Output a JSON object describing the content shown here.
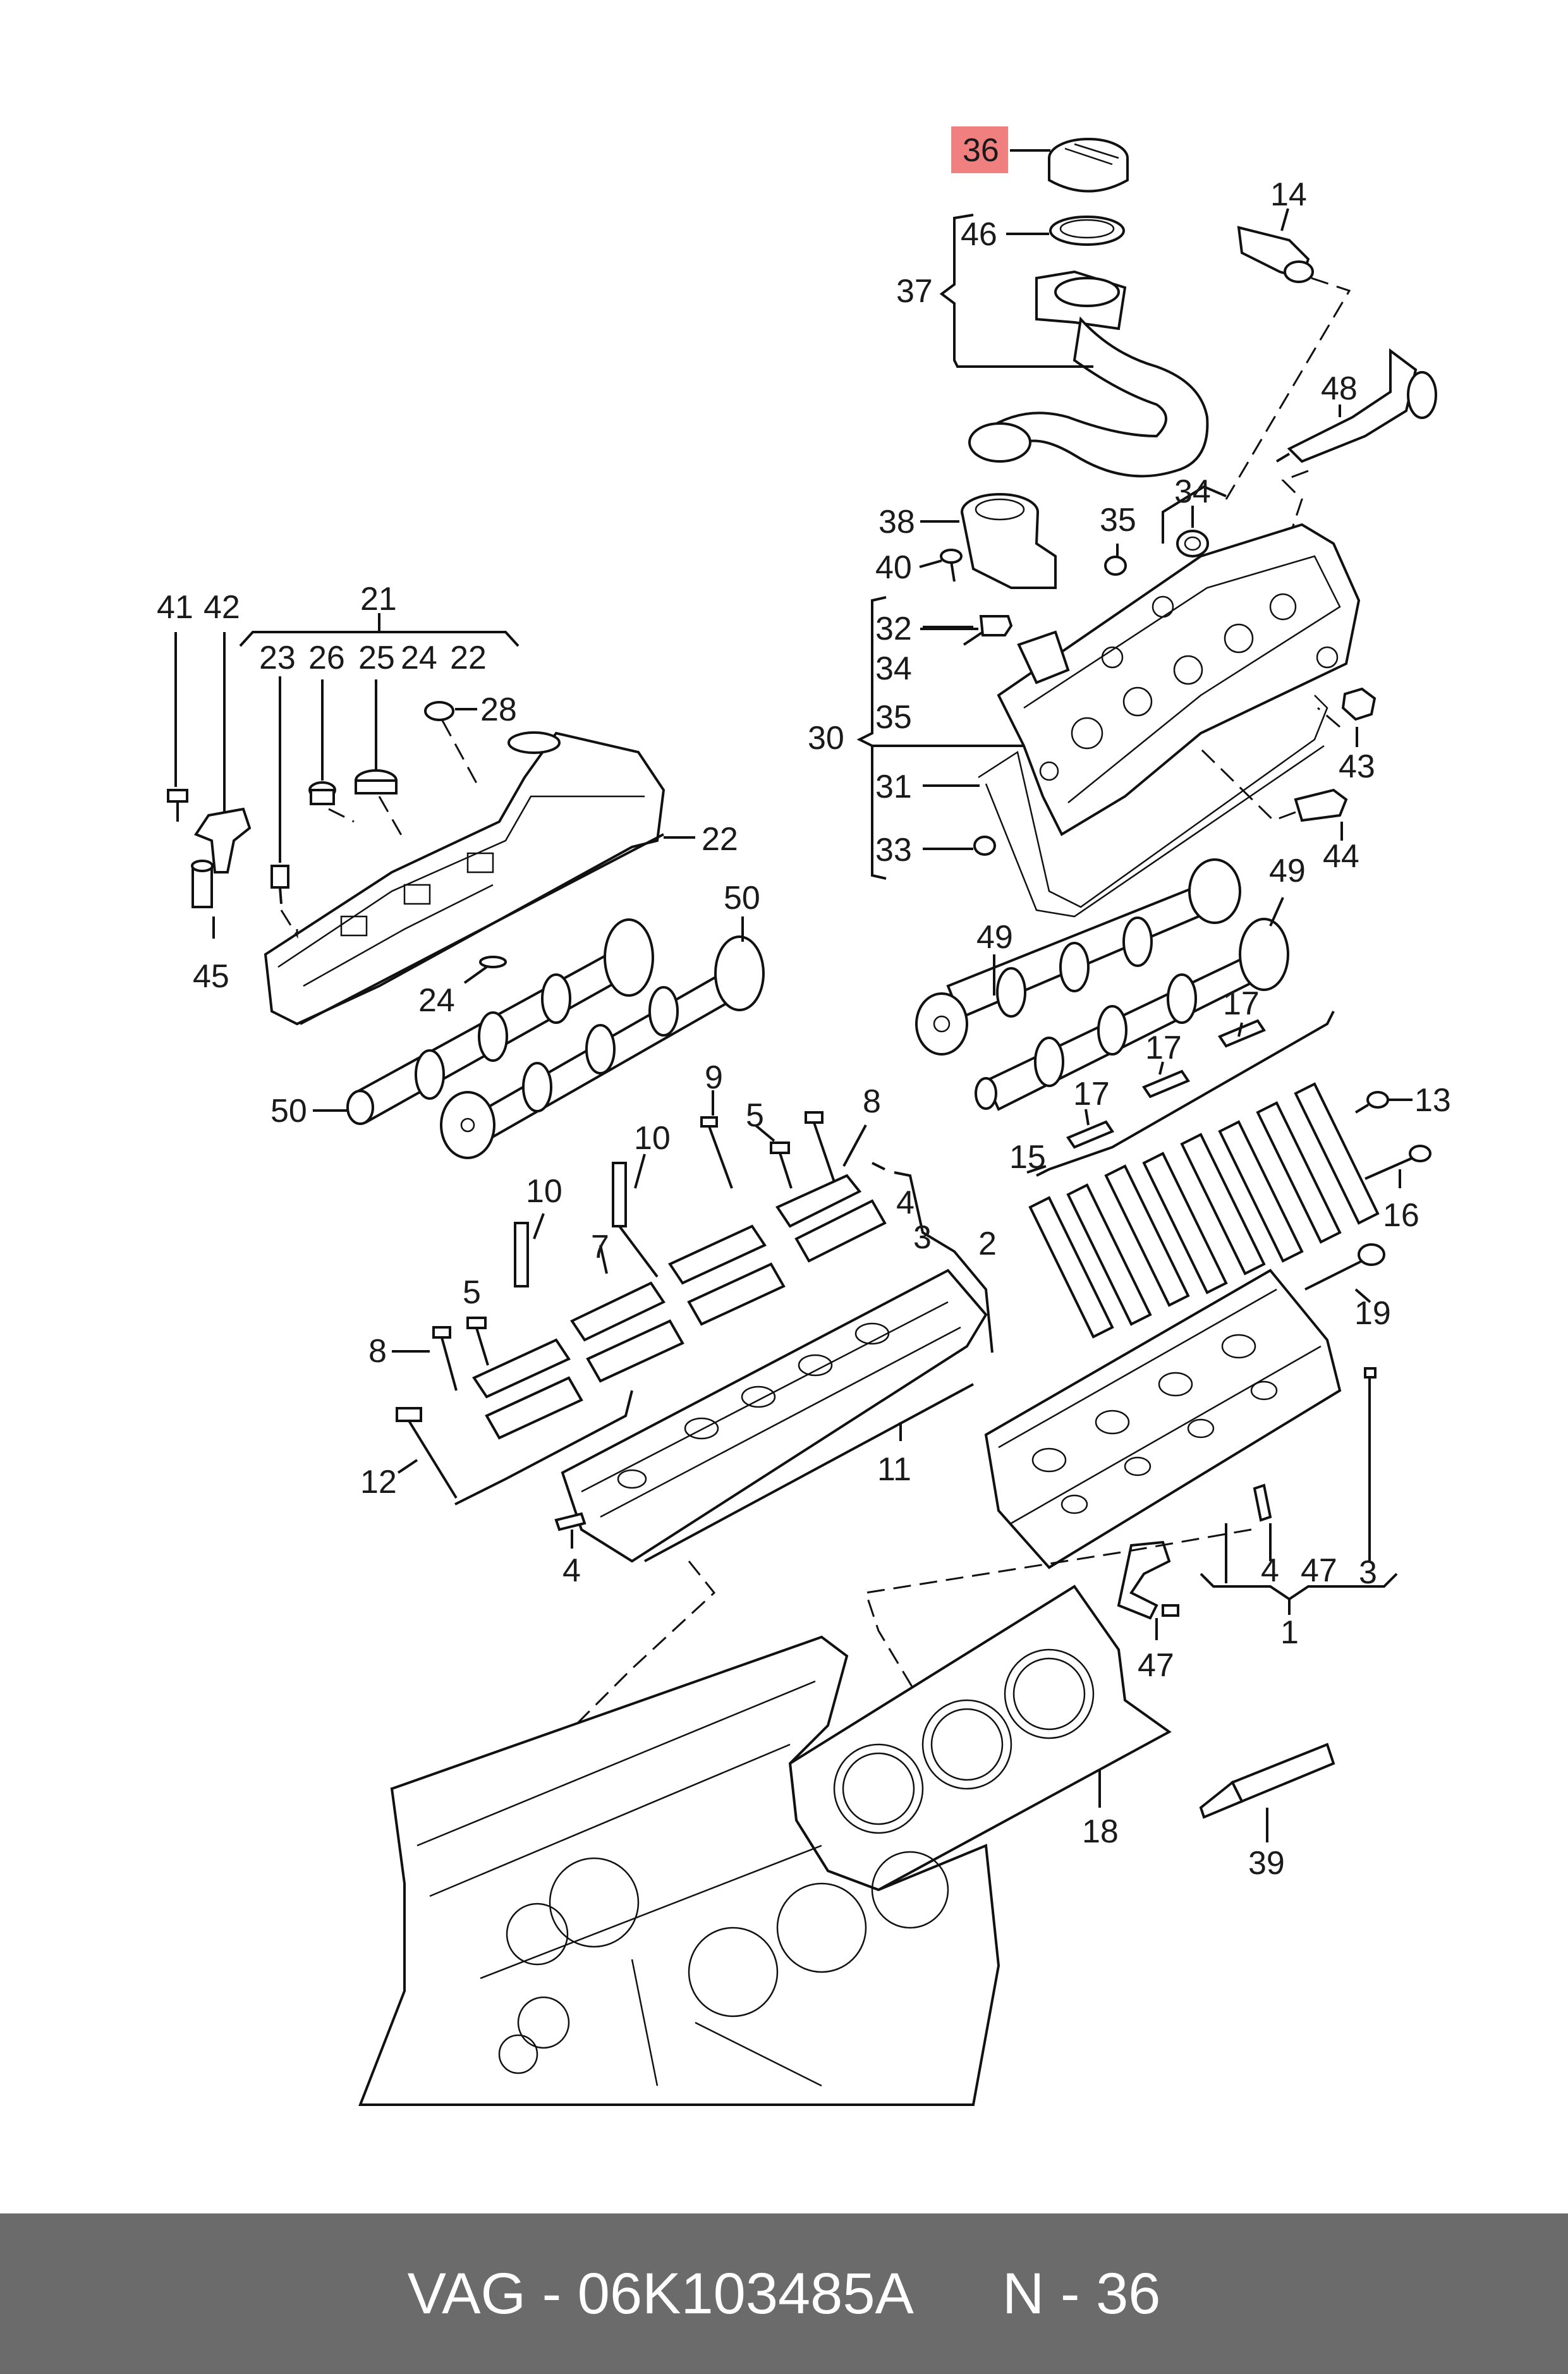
{
  "labels": {
    "l36": "36",
    "l14": "14",
    "l46": "46",
    "l37": "37",
    "l48": "48",
    "l34a": "34",
    "l35a": "35",
    "l38": "38",
    "l40": "40",
    "l41": "41",
    "l42": "42",
    "l21": "21",
    "l23": "23",
    "l26": "26",
    "l25": "25",
    "l24a": "24",
    "l22a": "22",
    "l28": "28",
    "l22b": "22",
    "l50a": "50",
    "l45": "45",
    "l24b": "24",
    "l50b": "50",
    "l32": "32",
    "l34b": "34",
    "l35b": "35",
    "l30": "30",
    "l31": "31",
    "l33": "33",
    "l43": "43",
    "l44": "44",
    "l49a": "49",
    "l49b": "49",
    "l17a": "17",
    "l17b": "17",
    "l17c": "17",
    "l13": "13",
    "l15": "15",
    "l16": "16",
    "l9": "9",
    "l5a": "5",
    "l8a": "8",
    "l10a": "10",
    "l10b": "10",
    "l7": "7",
    "l4a": "4",
    "l3a": "3",
    "l2": "2",
    "l5b": "5",
    "l8b": "8",
    "l12": "12",
    "l11": "11",
    "l4b": "4",
    "l19": "19",
    "l4c": "4",
    "l47a": "47",
    "l3b": "3",
    "l1": "1",
    "l47b": "47",
    "l18": "18",
    "l39": "39"
  },
  "highlight_color": "#f08080",
  "footer": {
    "part_number": "VAG - 06K103485A",
    "position": "N - 36",
    "background": "#6b6b6b"
  }
}
